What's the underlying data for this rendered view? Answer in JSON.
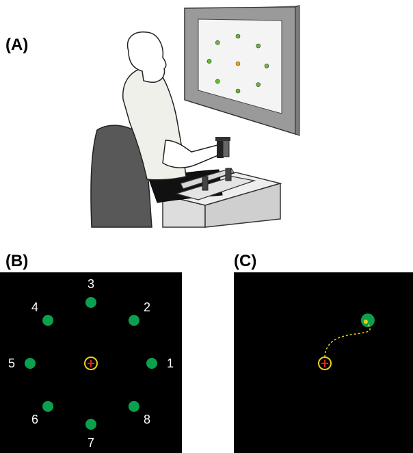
{
  "panels": {
    "a": {
      "label": "(A)"
    },
    "b": {
      "label": "(B)"
    },
    "c": {
      "label": "(C)"
    }
  },
  "colors": {
    "target_green": "#0aa04e",
    "cursor_yellow": "#e8d21c",
    "cross_red": "#e32222",
    "background": "#000000",
    "monitor_frame": "#9a9a9a",
    "chair": "#585858"
  },
  "targets": [
    {
      "number": "1",
      "direction_deg": 0
    },
    {
      "number": "2",
      "direction_deg": 45
    },
    {
      "number": "3",
      "direction_deg": 90
    },
    {
      "number": "4",
      "direction_deg": 135
    },
    {
      "number": "5",
      "direction_deg": 180
    },
    {
      "number": "6",
      "direction_deg": 225
    },
    {
      "number": "7",
      "direction_deg": 270
    },
    {
      "number": "8",
      "direction_deg": 315
    }
  ]
}
